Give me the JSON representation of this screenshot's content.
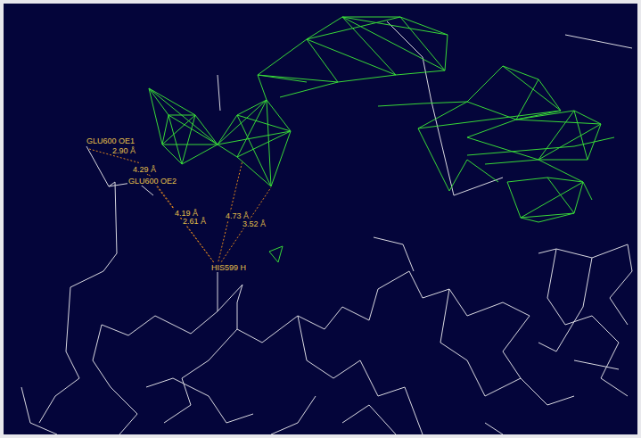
{
  "diagram": {
    "labels": [
      "GLU600 OE1",
      "2.90 Å",
      "4.29 Å",
      "GLU600 OE2",
      "4.19 Å",
      "2.61 Å",
      "4.73 Å",
      "3.52 Å",
      "HIS599 H"
    ]
  }
}
